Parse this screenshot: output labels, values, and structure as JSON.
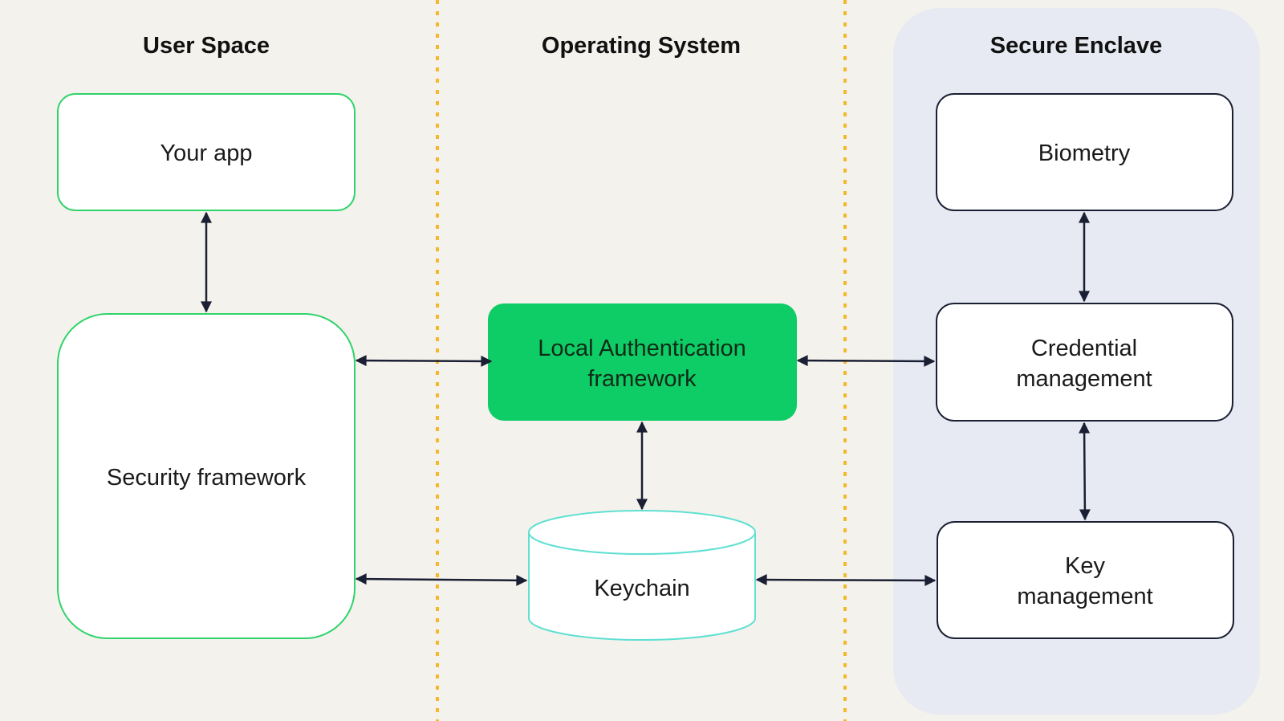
{
  "columns": {
    "user_space": "User Space",
    "operating_system": "Operating System",
    "secure_enclave": "Secure Enclave"
  },
  "nodes": {
    "your_app": "Your app",
    "security_framework": "Security framework",
    "local_auth": [
      "Local Authentication",
      "framework"
    ],
    "keychain": "Keychain",
    "biometry": "Biometry",
    "credential_management": [
      "Credential",
      "management"
    ],
    "key_management": [
      "Key",
      "management"
    ]
  },
  "colors": {
    "background": "#f4f2ec",
    "enclave_panel": "#e7eaf2",
    "green_border": "#2fd36b",
    "green_fill": "#0ecd66",
    "teal_border": "#5fe0d2",
    "divider": "#f4b92b",
    "arrow": "#1a1f33"
  }
}
